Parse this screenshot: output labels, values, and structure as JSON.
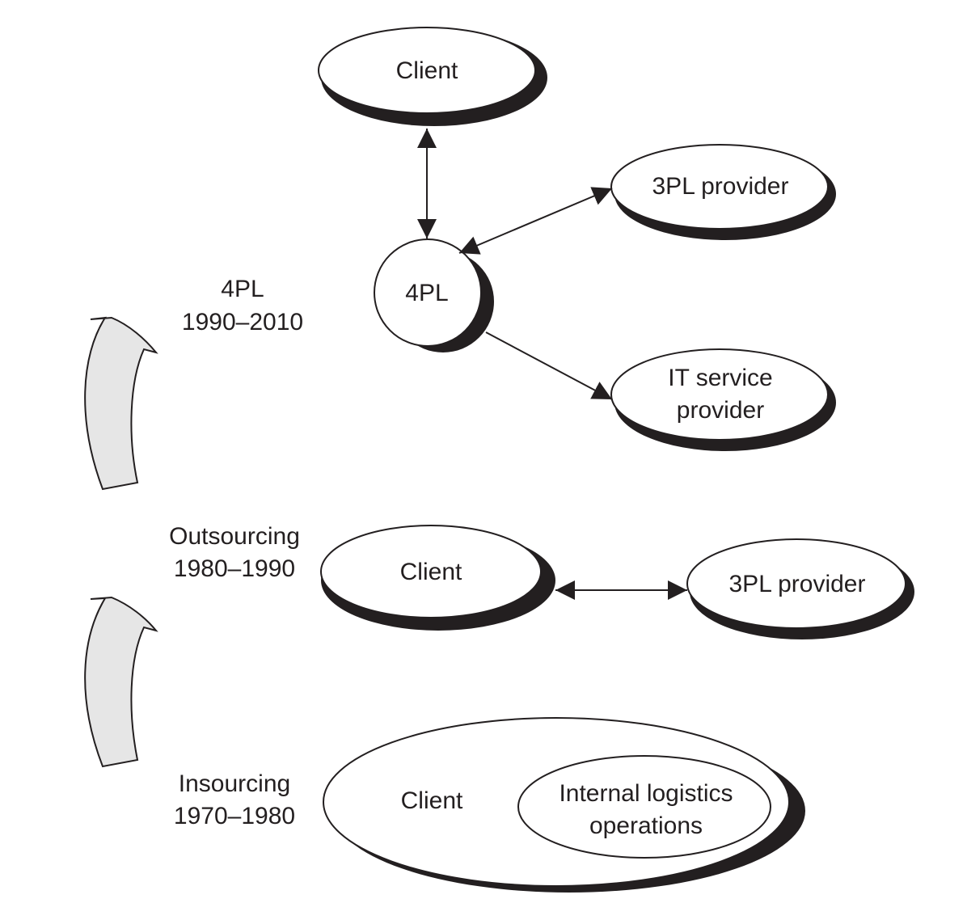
{
  "eras": {
    "fourpl": {
      "name": "4PL",
      "years": "1990–2010"
    },
    "outsourcing": {
      "name": "Outsourcing",
      "years": "1980–1990"
    },
    "insourcing": {
      "name": "Insourcing",
      "years": "1970–1980"
    }
  },
  "fourpl_stage": {
    "client": "Client",
    "hub": "4PL",
    "threepl": "3PL provider",
    "it_line1": "IT service",
    "it_line2": "provider"
  },
  "outsourcing_stage": {
    "client": "Client",
    "threepl": "3PL provider"
  },
  "insourcing_stage": {
    "client": "Client",
    "internal_line1": "Internal logistics",
    "internal_line2": "operations"
  },
  "colors": {
    "ink": "#231f20",
    "arrow_fill": "#e6e6e6",
    "background": "#ffffff"
  }
}
